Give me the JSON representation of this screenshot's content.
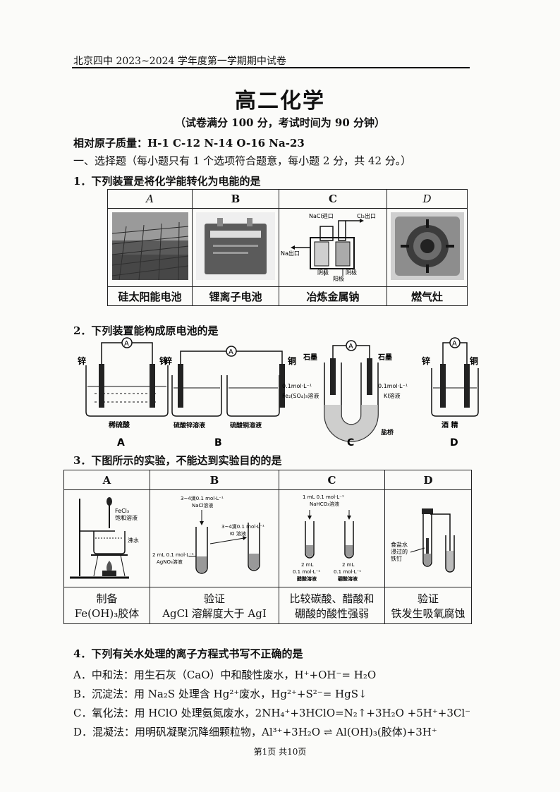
{
  "header": "北京四中 2023~2024 学年度第一学期期中试卷",
  "title": "高二化学",
  "subtitle": "（试卷满分 100 分，考试时间为 90 分钟）",
  "atomic_mass": "相对原子质量：H-1    C-12    N-14    O-16    Na-23",
  "section": "一、选择题（每小题只有 1 个选项符合题意，每小题 2 分，共 42 分。）",
  "q1": {
    "stem": "1．下列装置是将化学能转化为电能的是",
    "options": [
      {
        "letter": "A",
        "label": "硅太阳能电池"
      },
      {
        "letter": "B",
        "label": "锂离子电池"
      },
      {
        "letter": "C",
        "label": "冶炼金属钠"
      },
      {
        "letter": "D",
        "label": "燃气灶"
      }
    ],
    "diagram_texts": {
      "nacl_in": "NaCl进口",
      "cl2_out": "Cl₂出口",
      "na_out": "Na出口",
      "cathode": "阴极",
      "anode": "阳极"
    }
  },
  "q2": {
    "stem": "2．下列装置能构成原电池的是",
    "meter": "A",
    "A": {
      "left": "锌",
      "right": "锌",
      "solution": "稀硫酸",
      "letter": "A"
    },
    "B": {
      "left": "锌",
      "right": "铜",
      "sol1": "硫酸锌溶液",
      "sol2": "硫酸铜溶液",
      "letter": "B"
    },
    "C": {
      "left": "石墨",
      "right": "石墨",
      "lconc": "0.1mol·L⁻¹",
      "lsol": "Fe₂(SO₄)₃溶液",
      "rconc": "0.1mol·L⁻¹",
      "rsol": "KI溶液",
      "bridge": "盐桥",
      "letter": "C"
    },
    "D": {
      "left": "锌",
      "right": "铜",
      "solution": "酒  精",
      "letter": "D"
    }
  },
  "q3": {
    "stem": "3．下图所示的实验，不能达到实验目的的是",
    "columns": [
      {
        "letter": "A",
        "purpose1": "制备",
        "purpose2": "Fe(OH)₃胶体"
      },
      {
        "letter": "B",
        "purpose1": "验证",
        "purpose2": "AgCl 溶解度大于 AgI"
      },
      {
        "letter": "C",
        "purpose1": "比较碳酸、醋酸和",
        "purpose2": "硼酸的酸性强弱"
      },
      {
        "letter": "D",
        "purpose1": "验证",
        "purpose2": "铁发生吸氧腐蚀"
      }
    ],
    "A_texts": {
      "fecl3": "FeCl₃",
      "sat": "饱和溶液",
      "water": "沸水"
    },
    "B_texts": {
      "drop1": "3~4滴0.1 mol·L⁻¹",
      "nacl": "NaCl溶液",
      "drop2": "3~4滴0.1 mol·L⁻¹",
      "ki": "KI  溶液",
      "ag": "2 mL 0.1 mol·L⁻¹",
      "agno3": "AgNO₃溶液"
    },
    "C_texts": {
      "top1": "1 mL 0.1 mol·L⁻¹",
      "top2": "NaHCO₃溶液",
      "v1": "2 mL",
      "c1": "0.1 mol·L⁻¹",
      "s1": "醋酸溶液",
      "v2": "2 mL",
      "c2": "0.1 mol·L⁻¹",
      "s2": "硼酸溶液"
    },
    "D_texts": {
      "l1": "食盐水",
      "l2": "浸过的",
      "l3": "铁钉"
    }
  },
  "q4": {
    "stem": "4．下列有关水处理的离子方程式书写不正确的是",
    "options": [
      "A．中和法：用生石灰（CaO）中和酸性废水，H⁺+OH⁻= H₂O",
      "B．沉淀法：用 Na₂S 处理含 Hg²⁺废水，Hg²⁺+S²⁻= HgS↓",
      "C．氧化法：用 HClO 处理氨氮废水，2NH₄⁺+3HClO=N₂↑+3H₂O +5H⁺+3Cl⁻",
      "D．混凝法：用明矾凝聚沉降细颗粒物，Al³⁺+3H₂O ⇌ Al(OH)₃(胶体)+3H⁺"
    ]
  },
  "footer": "第1页  共10页"
}
